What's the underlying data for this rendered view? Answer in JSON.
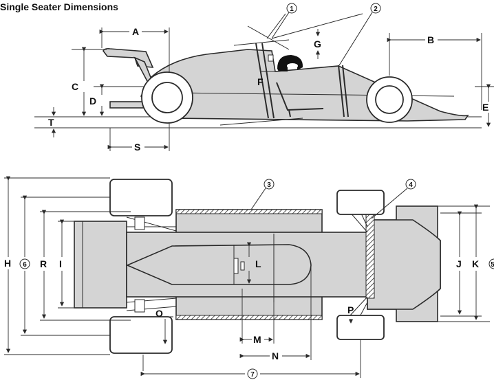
{
  "title": "Single Seater Dimensions",
  "labels": {
    "A": "A",
    "B": "B",
    "C": "C",
    "D": "D",
    "E": "E",
    "F": "F",
    "G": "G",
    "H": "H",
    "I": "I",
    "J": "J",
    "K": "K",
    "L": "L",
    "M": "M",
    "N": "N",
    "O": "O",
    "P": "P",
    "R": "R",
    "S": "S",
    "T": "T"
  },
  "circled": {
    "n1": "1",
    "n2": "2",
    "n3": "3",
    "n4": "4",
    "n5": "5",
    "n6": "6",
    "n7": "7"
  },
  "colors": {
    "body": "#d4d4d4",
    "line": "#2a2a2a",
    "background": "#ffffff"
  }
}
